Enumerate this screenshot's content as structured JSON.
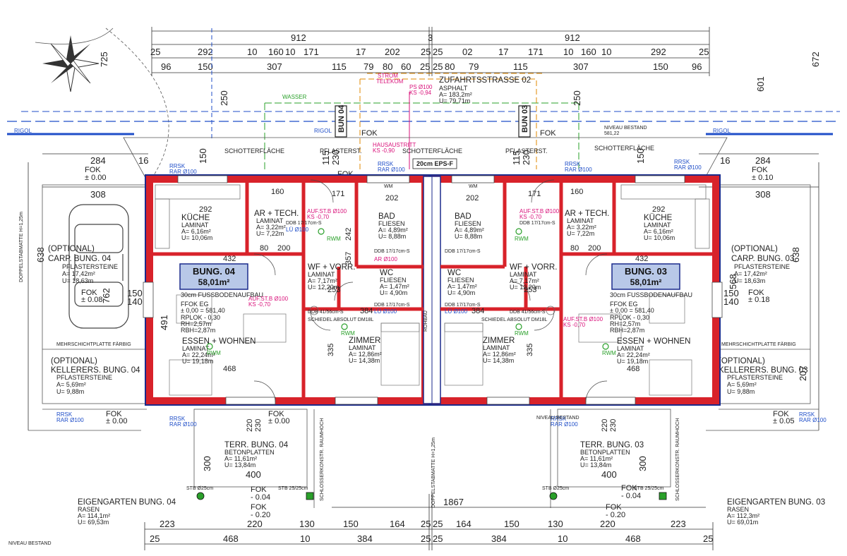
{
  "top_dims": {
    "row1": [
      "912",
      "3",
      "912"
    ],
    "row2": [
      "25",
      "292",
      "10",
      "160",
      "10",
      "171",
      "17",
      "202",
      "25",
      "25",
      "02",
      "17",
      "171",
      "10",
      "160",
      "10",
      "292",
      "25"
    ],
    "row3": [
      "96",
      "150",
      "307",
      "115",
      "79",
      "80",
      "60",
      "25",
      "25",
      "80",
      "79",
      "115",
      "307",
      "150",
      "96"
    ]
  },
  "bottom_dims": {
    "total": "1867",
    "row1": [
      "223",
      "220",
      "130",
      "150",
      "164",
      "25",
      "25",
      "164",
      "150",
      "130",
      "220",
      "223"
    ],
    "row2": [
      "25",
      "468",
      "10",
      "384",
      "25",
      "25",
      "384",
      "10",
      "468",
      "25"
    ]
  },
  "side_dims": {
    "left": [
      "284",
      "16",
      "308",
      "638",
      "762",
      "150",
      "140",
      "491",
      "725"
    ],
    "right": [
      "284",
      "16",
      "308",
      "638",
      "568",
      "150",
      "140",
      "207",
      "601",
      "672"
    ],
    "center": [
      "250",
      "115",
      "230",
      "150",
      "150"
    ]
  },
  "street": {
    "name": "ZUFAHRTSSTRASSE 02",
    "surface": "ASPHALT",
    "area": "A= 183,2m²",
    "perimeter": "U= 79,71m",
    "ps": "PS Ø100",
    "ks": "KS -0,94",
    "hausaustritt": "HAUSAUSTRITT",
    "ks2": "KS -0,90",
    "niveau": "NIVEAU BESTAND",
    "niveau_val": "581,22"
  },
  "utilities": {
    "wasser": "WASSER",
    "strom": "STROM",
    "telekom": "TELEKOM",
    "rigol": "RIGOL",
    "rrsk": "RRSK",
    "rar": "RAR Ø100",
    "fok": "FOK",
    "fok_zero": "± 0.00",
    "fok_minus": "- 0.04",
    "fok_minus2": "- 0.20",
    "fok_plus": "± 0.08",
    "fok_plus2": "± 0.18",
    "fok_plus3": "± 0.10",
    "fok_plus4": "± 0.05",
    "stb1": "STB Ø25cm",
    "stb2": "STB 25/25cm",
    "schotter": "SCHOTTERFLÄCHE",
    "pflaster": "PFLASTERST.",
    "eps": "20cm EPS-F",
    "rwm": "RWM",
    "raffstore": "RAFFSTORE",
    "schotter_nr": "SCHOTTERFLÄCHE"
  },
  "labels": {
    "bun04": "BUN 04",
    "bun03": "BUN 03",
    "mehrschicht_l": "MEHRSCHICHTPLATTE FÄRBIG",
    "mehrschicht_r": "MEHRSCHICHTPLATTE FÄRBIG",
    "doppelstab": "DOPPELSTABMATTE H=1,25m",
    "doppelstab2": "DOPPELSTABMATTE H=1,25m",
    "schlosser": "SCHLOSSERKONSTR. RAUMHOCH",
    "fussboden": "30cm FUSSBODENAUFBAU",
    "schiedel": "SCHIEDEL ABSOLUT DM18L",
    "ddb1": "DDB 17/17cm-S",
    "ddb2": "DDB 41/56cm-S",
    "lu": "LÜ Ø100",
    "ar": "AR Ø100",
    "aufstb": "AUF.ST.B Ø100",
    "ks_070": "KS -0,70",
    "rohbau": "ROHBAU",
    "niveau_bestand": "NIVEAU BESTAND",
    "niveau_bottom": "NIVEAU BESTAND",
    "wm": "WM"
  },
  "units": [
    {
      "id": "04",
      "badge_title": "BUNG. 04",
      "badge_area": "58,01m²",
      "ffok": "FFOK EG",
      "ffok_val": "± 0,00 = 581,40",
      "rplok": "RPLOK - 0,30",
      "rh": "RH=2,57m",
      "rbh": "RBH=2,87m",
      "kueche": {
        "name": "KÜCHE",
        "floor": "LAMINAT",
        "a": "A=  6,16m²",
        "u": "U= 10,06m"
      },
      "ar": {
        "name": "AR + TECH.",
        "floor": "LAMINAT",
        "a": "A=  3,22m²",
        "u": "U=  7,22m"
      },
      "bad": {
        "name": "BAD",
        "floor": "FLIESEN",
        "a": "A=  4,89m²",
        "u": "U=  8,88m"
      },
      "wf": {
        "name": "WF + VORR.",
        "floor": "LAMINAT",
        "a": "A=  7,17m²",
        "u": "U= 12,20m"
      },
      "wc": {
        "name": "WC",
        "floor": "FLIESEN",
        "a": "A=  1,47m²",
        "u": "U=  4,90m"
      },
      "essen": {
        "name": "ESSEN + WOHNEN",
        "floor": "LAMINAT",
        "a": "A= 22,24m²",
        "u": "U= 19,18m"
      },
      "zimmer": {
        "name": "ZIMMER",
        "floor": "LAMINAT",
        "a": "A= 12,86m²",
        "u": "U= 14,38m"
      },
      "carport": {
        "name": "(OPTIONAL)",
        "name2": "CARP. BUNG. 04",
        "floor": "PFLASTERSTEINE",
        "a": "A= 17,42m²",
        "u": "U= 18,63m"
      },
      "keller": {
        "name": "(OPTIONAL)",
        "name2": "KELLERERS. BUNG. 04",
        "floor": "PFLASTERSTEINE",
        "a": "A=  5,69m²",
        "u": "U=  9,88m"
      },
      "terr": {
        "name": "TERR. BUNG. 04",
        "floor": "BETONPLATTEN",
        "a": "A= 11,61m²",
        "u": "U= 13,84m"
      },
      "garten": {
        "name": "EIGENGARTEN BUNG. 04",
        "floor": "RASEN",
        "a": "A= 114,1m²",
        "u": "U= 69,53m"
      }
    },
    {
      "id": "03",
      "badge_title": "BUNG. 03",
      "badge_area": "58,01m²",
      "ffok": "FFOK EG",
      "ffok_val": "± 0,00 = 581,40",
      "rplok": "RPLOK - 0,30",
      "rh": "RH=2,57m",
      "rbh": "RBH=2,87m",
      "kueche": {
        "name": "KÜCHE",
        "floor": "LAMINAT",
        "a": "A=  6,16m²",
        "u": "U= 10,06m"
      },
      "ar": {
        "name": "AR + TECH.",
        "floor": "LAMINAT",
        "a": "A=  3,22m²",
        "u": "U=  7,22m"
      },
      "bad": {
        "name": "BAD",
        "floor": "FLIESEN",
        "a": "A=  4,89m²",
        "u": "U=  8,88m"
      },
      "wf": {
        "name": "WF + VORR.",
        "floor": "LAMINAT",
        "a": "A=  7,17m²",
        "u": "U= 12,20m"
      },
      "wc": {
        "name": "WC",
        "floor": "FLIESEN",
        "a": "A=  1,47m²",
        "u": "U=  4,90m"
      },
      "essen": {
        "name": "ESSEN + WOHNEN",
        "floor": "LAMINAT",
        "a": "A= 22,24m²",
        "u": "U= 19,18m"
      },
      "zimmer": {
        "name": "ZIMMER",
        "floor": "LAMINAT",
        "a": "A= 12,86m²",
        "u": "U= 14,38m"
      },
      "carport": {
        "name": "(OPTIONAL)",
        "name2": "CARP. BUNG. 03",
        "floor": "PFLASTERSTEINE",
        "a": "A= 17,42m²",
        "u": "U= 18,63m"
      },
      "keller": {
        "name": "(OPTIONAL)",
        "name2": "KELLERERS. BUNG. 03",
        "floor": "PFLASTERSTEINE",
        "a": "A=  5,69m²",
        "u": "U=  9,88m"
      },
      "terr": {
        "name": "TERR. BUNG. 03",
        "floor": "BETONPLATTEN",
        "a": "A= 11,61m²",
        "u": "U= 13,84m"
      },
      "garten": {
        "name": "EIGENGARTEN BUNG. 03",
        "floor": "RASEN",
        "a": "A= 112,3m²",
        "u": "U= 69,01m"
      }
    }
  ],
  "inner_dims": {
    "d292": "292",
    "d160": "160",
    "d171": "171",
    "d202": "202",
    "d432": "432",
    "d253": "253",
    "d384": "384",
    "d468": "468",
    "d491": "491",
    "d335": "335",
    "d80": "80",
    "d200": "200",
    "d140": "140",
    "d242": "242",
    "d357": "357",
    "d300": "300",
    "d400": "400",
    "d220": "220",
    "d230": "230"
  },
  "colors": {
    "wall_fill": "#d8222a",
    "wall_outer": "#1a2a8c",
    "badge_bg": "#b8c8e8",
    "pipe_blue": "#1f4ec8",
    "pipe_green": "#2aa02a",
    "pipe_magenta": "#d9117a",
    "pipe_orange": "#e08a00"
  }
}
